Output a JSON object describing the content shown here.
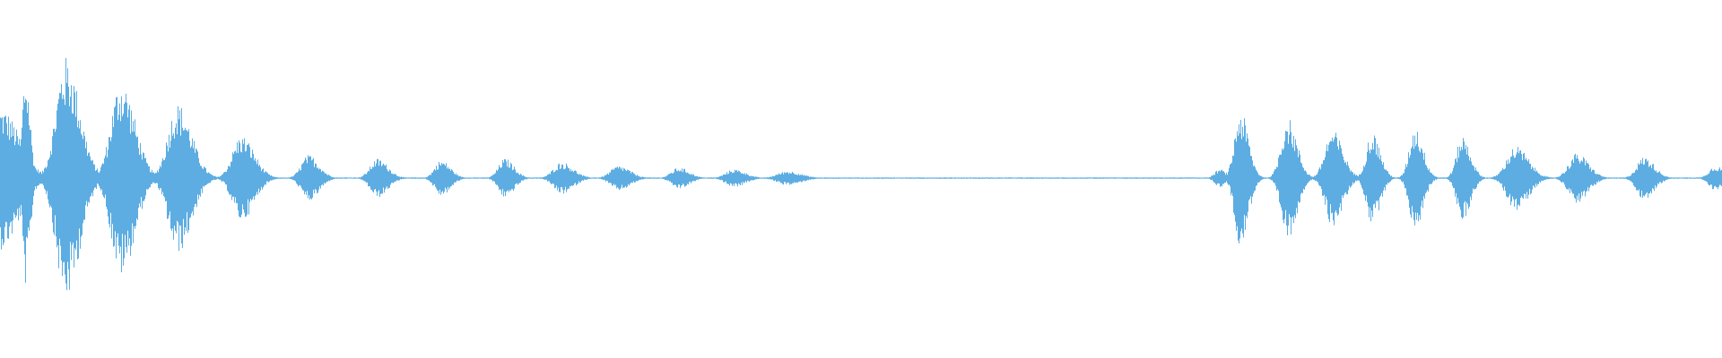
{
  "waveform": {
    "color": "#5dade2",
    "background": "#ffffff",
    "centerline_visible": true,
    "bursts": [
      {
        "t": 0.0,
        "amp": 0.4,
        "w": 0.016
      },
      {
        "t": 0.0145,
        "amp": 0.6,
        "w": 0.004
      },
      {
        "t": 0.038,
        "amp": 0.68,
        "w": 0.012
      },
      {
        "t": 0.07,
        "amp": 0.55,
        "w": 0.012
      },
      {
        "t": 0.103,
        "amp": 0.42,
        "w": 0.012
      },
      {
        "t": 0.14,
        "amp": 0.24,
        "w": 0.011
      },
      {
        "t": 0.179,
        "amp": 0.13,
        "w": 0.009
      },
      {
        "t": 0.219,
        "amp": 0.11,
        "w": 0.009
      },
      {
        "t": 0.256,
        "amp": 0.1,
        "w": 0.008
      },
      {
        "t": 0.293,
        "amp": 0.11,
        "w": 0.008
      },
      {
        "t": 0.326,
        "amp": 0.09,
        "w": 0.01
      },
      {
        "t": 0.359,
        "amp": 0.07,
        "w": 0.01
      },
      {
        "t": 0.394,
        "amp": 0.06,
        "w": 0.009
      },
      {
        "t": 0.426,
        "amp": 0.05,
        "w": 0.01
      },
      {
        "t": 0.457,
        "amp": 0.04,
        "w": 0.012
      },
      {
        "t": 0.708,
        "amp": 0.05,
        "w": 0.006
      },
      {
        "t": 0.72,
        "amp": 0.38,
        "w": 0.007
      },
      {
        "t": 0.7475,
        "amp": 0.34,
        "w": 0.008
      },
      {
        "t": 0.7735,
        "amp": 0.27,
        "w": 0.009
      },
      {
        "t": 0.7965,
        "amp": 0.26,
        "w": 0.007
      },
      {
        "t": 0.8215,
        "amp": 0.29,
        "w": 0.007
      },
      {
        "t": 0.849,
        "amp": 0.24,
        "w": 0.007
      },
      {
        "t": 0.88,
        "amp": 0.18,
        "w": 0.011
      },
      {
        "t": 0.9155,
        "amp": 0.14,
        "w": 0.01
      },
      {
        "t": 0.9545,
        "amp": 0.12,
        "w": 0.009
      },
      {
        "t": 0.996,
        "amp": 0.07,
        "w": 0.008
      }
    ],
    "noise_floor": 0.004
  }
}
